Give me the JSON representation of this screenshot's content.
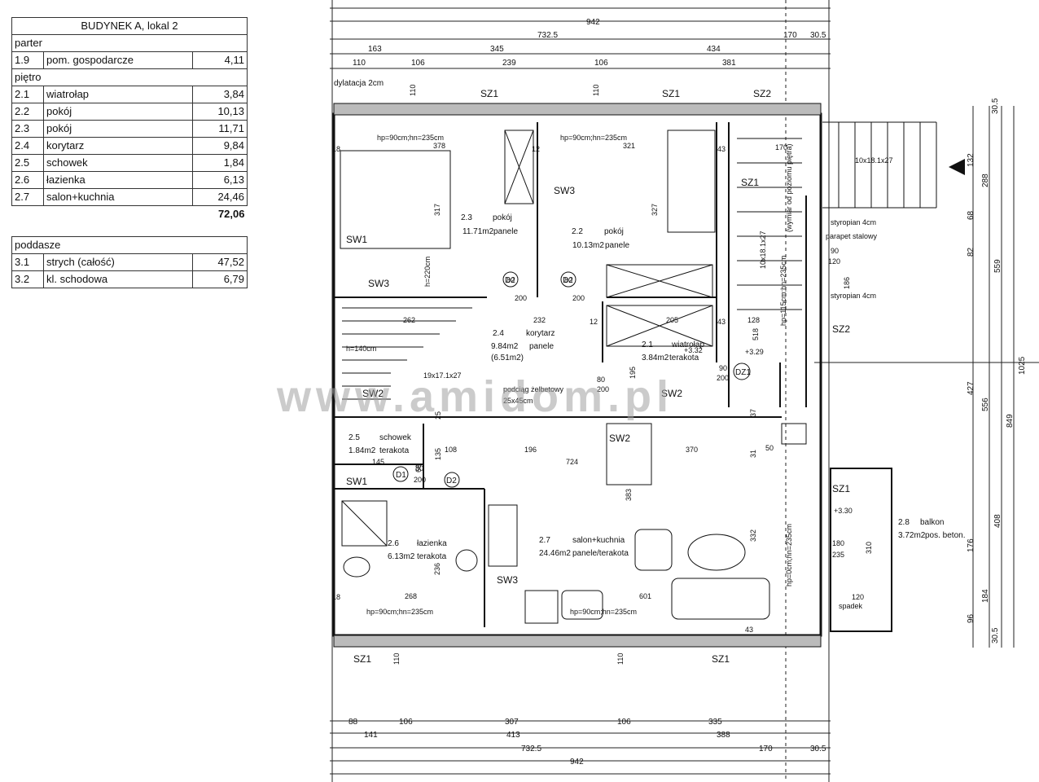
{
  "table_main": {
    "title": "BUDYNEK A, lokal 2",
    "sections": [
      {
        "header": "parter",
        "rows": [
          {
            "no": "1.9",
            "name": "pom. gospodarcze",
            "area": "4,11"
          }
        ]
      },
      {
        "header": "piętro",
        "rows": [
          {
            "no": "2.1",
            "name": "wiatrołap",
            "area": "3,84"
          },
          {
            "no": "2.2",
            "name": "pokój",
            "area": "10,13"
          },
          {
            "no": "2.3",
            "name": "pokój",
            "area": "11,71"
          },
          {
            "no": "2.4",
            "name": "korytarz",
            "area": "9,84"
          },
          {
            "no": "2.5",
            "name": "schowek",
            "area": "1,84"
          },
          {
            "no": "2.6",
            "name": "łazienka",
            "area": "6,13"
          },
          {
            "no": "2.7",
            "name": "salon+kuchnia",
            "area": "24,46"
          }
        ]
      }
    ],
    "total": "72,06"
  },
  "table_attic": {
    "header": "poddasze",
    "rows": [
      {
        "no": "3.1",
        "name": "strych (całość)",
        "area": "47,52"
      },
      {
        "no": "3.2",
        "name": "kl. schodowa",
        "area": "6,79"
      }
    ]
  },
  "watermark": "www.amidom.pl",
  "plan": {
    "dims_top": {
      "total": "942",
      "a": "732.5",
      "b": "170",
      "c": "30.5",
      "r2": [
        "163",
        "345",
        "434"
      ],
      "r3": [
        "110",
        "106",
        "239",
        "106",
        "381"
      ]
    },
    "dims_bottom": {
      "r1": [
        "88",
        "106",
        "307",
        "106",
        "335"
      ],
      "r2": [
        "141",
        "413",
        "388"
      ],
      "a": "732.5",
      "b": "170",
      "c": "30.5",
      "total": "942"
    },
    "dims_right": [
      "30.5",
      "132",
      "68",
      "82",
      "288",
      "559",
      "427",
      "556",
      "849",
      "1025",
      "176",
      "408",
      "184",
      "96",
      "30.5"
    ],
    "dilatation": "dylatacja 2cm",
    "rooms": [
      {
        "no": "2.3",
        "name": "pokój",
        "area": "11.71m2",
        "floor": "panele"
      },
      {
        "no": "2.2",
        "name": "pokój",
        "area": "10.13m2",
        "floor": "panele"
      },
      {
        "no": "2.4",
        "name": "korytarz",
        "area": "9.84m2",
        "extra": "(6.51m2)",
        "floor": "panele"
      },
      {
        "no": "2.1",
        "name": "wiatrołap",
        "area": "3.84m2",
        "floor": "terakota"
      },
      {
        "no": "2.5",
        "name": "schowek",
        "area": "1.84m2",
        "floor": "terakota"
      },
      {
        "no": "2.6",
        "name": "łazienka",
        "area": "6.13m2",
        "floor": "terakota"
      },
      {
        "no": "2.7",
        "name": "salon+kuchnia",
        "area": "24.46m2",
        "floor": "panele/terakota"
      },
      {
        "no": "2.8",
        "name": "balkon",
        "area": "3.72m2",
        "floor": "pos. beton."
      }
    ],
    "labels": {
      "sz1": "SZ1",
      "sz2": "SZ2",
      "sw1": "SW1",
      "sw2": "SW2",
      "sw3": "SW3",
      "d1": "D1",
      "d2": "D2",
      "dz1": "DZ1",
      "hp90": "hp=90cm;hn=235cm",
      "hp0": "hp=0cm;hn=235cm",
      "h220": "h=220cm",
      "h140": "h=140cm",
      "stairs1": "19x17.1x27",
      "stairs2": "10x18.1x27",
      "stairs_lower": "10x18.1x27",
      "styropian": "styropian 4cm",
      "parapet": "parapet stalowy",
      "podciag": "podciąg żelbetowy",
      "podciag2": "25x45cm",
      "spadek": "spadek",
      "lvl1": "+3.29",
      "lvl2": "+3.32",
      "lvl3": "+3.30",
      "wymiar": "(wymiar od poziomu piętra)",
      "hp115": "hp=115cm;hn=235cm",
      "door_a": "80",
      "door_b": "200",
      "door_c": "90",
      "door_d": "180",
      "door_e": "235",
      "d578": "378",
      "d321": "321",
      "d317": "317",
      "d327": "327",
      "d262": "262",
      "d232": "232",
      "d205": "205",
      "d128": "128",
      "d170": "170",
      "d108": "108",
      "d196": "196",
      "d370": "370",
      "d724": "724",
      "d145": "145",
      "d268": "268",
      "d601": "601",
      "d383": "383",
      "d332": "332",
      "d310": "310",
      "d236": "236",
      "d120": "120",
      "d50": "50",
      "d110": "110",
      "d12": "12",
      "d43": "43",
      "d18": "18",
      "d518": "518",
      "d195": "195",
      "d186": "186",
      "d90": "90",
      "d66": "66",
      "d135": "135",
      "d37": "37",
      "d25": "25",
      "d31": "31"
    }
  }
}
